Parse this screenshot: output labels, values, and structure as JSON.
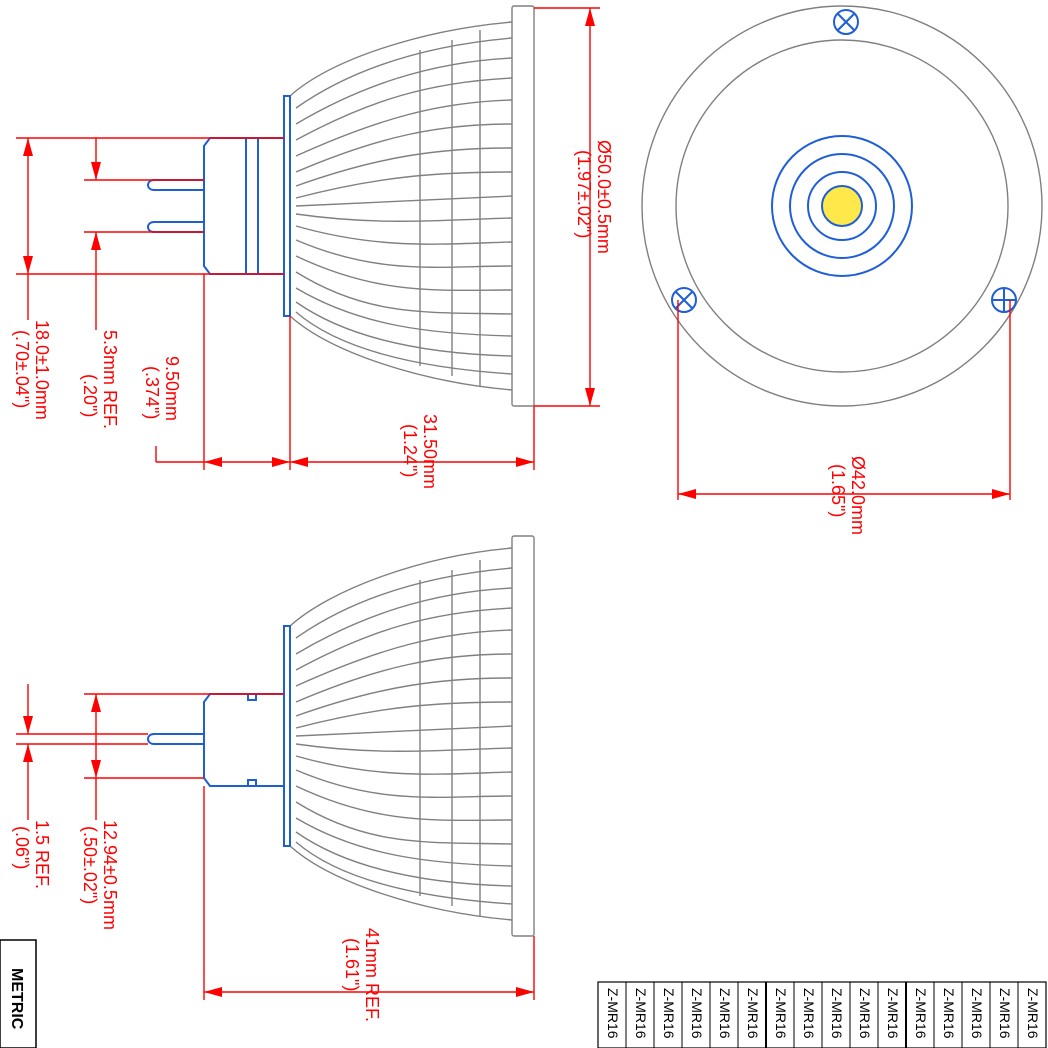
{
  "dimensions": {
    "d50_mm": "Ø50.0±0.5mm",
    "d50_in": "(1.97±.02\")",
    "len_31_mm": "31.50mm",
    "len_31_in": "(1.24\")",
    "len_9_mm": "9.50mm",
    "len_9_in": "(.374\")",
    "ref_5_mm": "5.3mm REF.",
    "ref_5_in": "(.20\")",
    "d18_mm": "18.0±1.0mm",
    "d18_in": "(.70±.04\")",
    "d42_mm": "Ø42.0mm",
    "d42_in": "(1.65\")",
    "ref_41_mm": "41mm REF.",
    "ref_41_in": "(1.61\")",
    "d12_mm": "12.94±0.5mm",
    "d12_in": "(.50±.02\")",
    "ref_1_5_mm": "1.5 REF.",
    "ref_1_5_in": "(.06\")"
  },
  "table": {
    "cells": [
      "Z-MR16",
      "Z-MR16",
      "Z-MR16",
      "Z-MR16",
      "Z-MR16",
      "Z-MR16",
      "Z-MR16",
      "Z-MR16",
      "Z-MR16",
      "Z-MR16",
      "Z-MR16",
      "Z-MR16",
      "Z-MR16",
      "Z-MR16",
      "Z-MR16",
      "Z-MR16"
    ]
  },
  "metric_label": "METRIC",
  "colors": {
    "dimension": "#ff0000",
    "component_outline": "#1f5fd6",
    "body_outline": "#808080",
    "led": "#ffe94a"
  }
}
